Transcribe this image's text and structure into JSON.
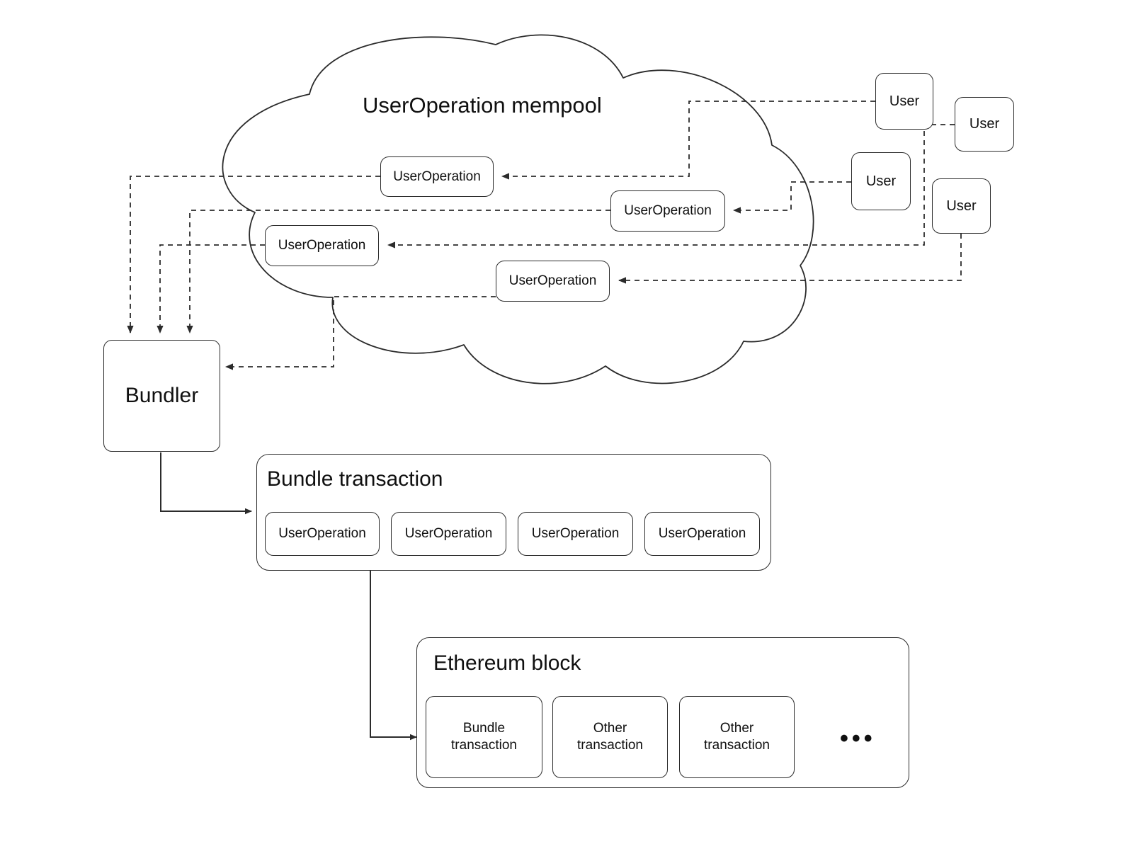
{
  "diagram": {
    "title": "UserOperation mempool",
    "colors": {
      "stroke": "#2b2b2b",
      "background": "#ffffff",
      "text": "#101010"
    },
    "mempool": {
      "label": "UserOperation mempool",
      "userops": [
        {
          "label": "UserOperation"
        },
        {
          "label": "UserOperation"
        },
        {
          "label": "UserOperation"
        },
        {
          "label": "UserOperation"
        }
      ]
    },
    "users": [
      {
        "label": "User"
      },
      {
        "label": "User"
      },
      {
        "label": "User"
      },
      {
        "label": "User"
      }
    ],
    "bundler": {
      "label": "Bundler"
    },
    "bundle_transaction": {
      "title": "Bundle transaction",
      "userops": [
        {
          "label": "UserOperation"
        },
        {
          "label": "UserOperation"
        },
        {
          "label": "UserOperation"
        },
        {
          "label": "UserOperation"
        }
      ]
    },
    "ethereum_block": {
      "title": "Ethereum block",
      "transactions": [
        {
          "label": "Bundle\ntransaction"
        },
        {
          "label": "Other\ntransaction"
        },
        {
          "label": "Other\ntransaction"
        }
      ],
      "ellipsis": "•••"
    }
  }
}
